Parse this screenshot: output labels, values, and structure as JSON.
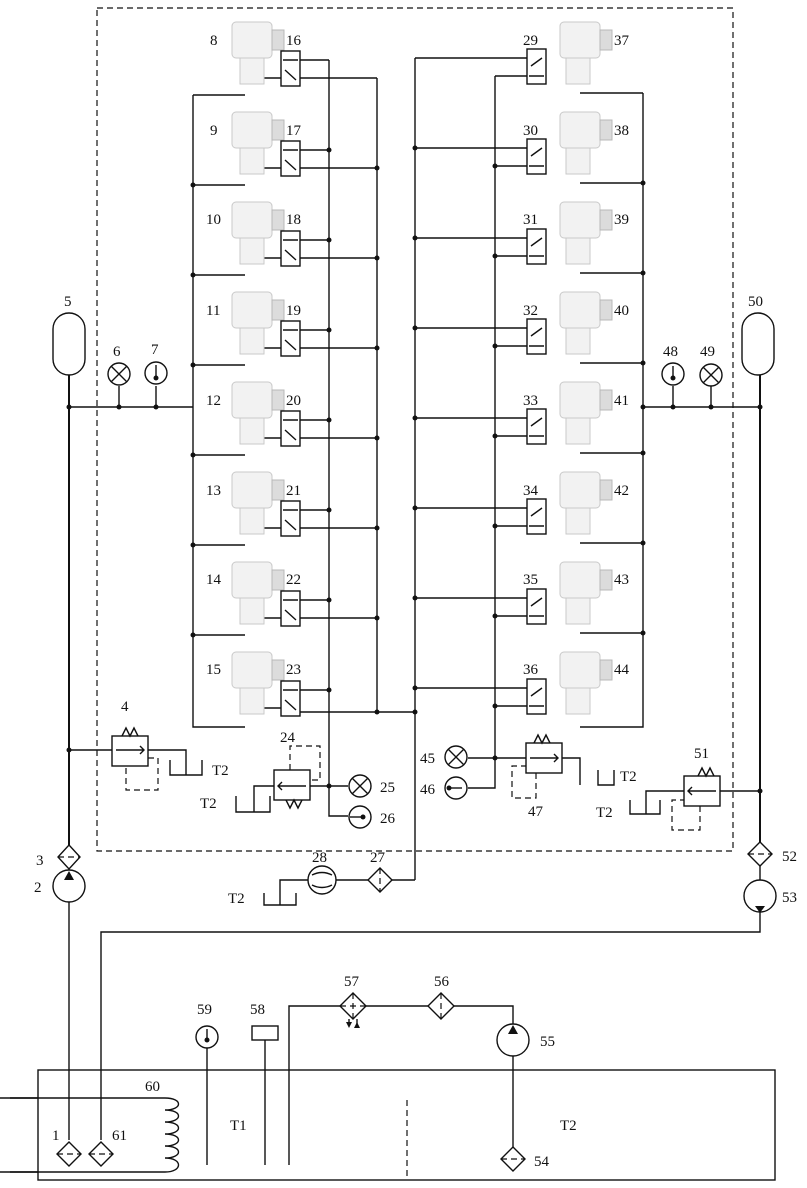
{
  "tanks": {
    "t1": "T1",
    "t2": "T2"
  },
  "labels": {
    "n1": "1",
    "n2": "2",
    "n3": "3",
    "n4": "4",
    "n5": "5",
    "n6": "6",
    "n7": "7",
    "n8": "8",
    "n9": "9",
    "n10": "10",
    "n11": "11",
    "n12": "12",
    "n13": "13",
    "n14": "14",
    "n15": "15",
    "n16": "16",
    "n17": "17",
    "n18": "18",
    "n19": "19",
    "n20": "20",
    "n21": "21",
    "n22": "22",
    "n23": "23",
    "n24": "24",
    "n25": "25",
    "n26": "26",
    "n27": "27",
    "n28": "28",
    "n29": "29",
    "n30": "30",
    "n31": "31",
    "n32": "32",
    "n33": "33",
    "n34": "34",
    "n35": "35",
    "n36": "36",
    "n37": "37",
    "n38": "38",
    "n39": "39",
    "n40": "40",
    "n41": "41",
    "n42": "42",
    "n43": "43",
    "n44": "44",
    "n45": "45",
    "n46": "46",
    "n47": "47",
    "n48": "48",
    "n49": "49",
    "n50": "50",
    "n51": "51",
    "n52": "52",
    "n53": "53",
    "n54": "54",
    "n55": "55",
    "n56": "56",
    "n57": "57",
    "n58": "58",
    "n59": "59",
    "n60": "60",
    "n61": "61"
  }
}
